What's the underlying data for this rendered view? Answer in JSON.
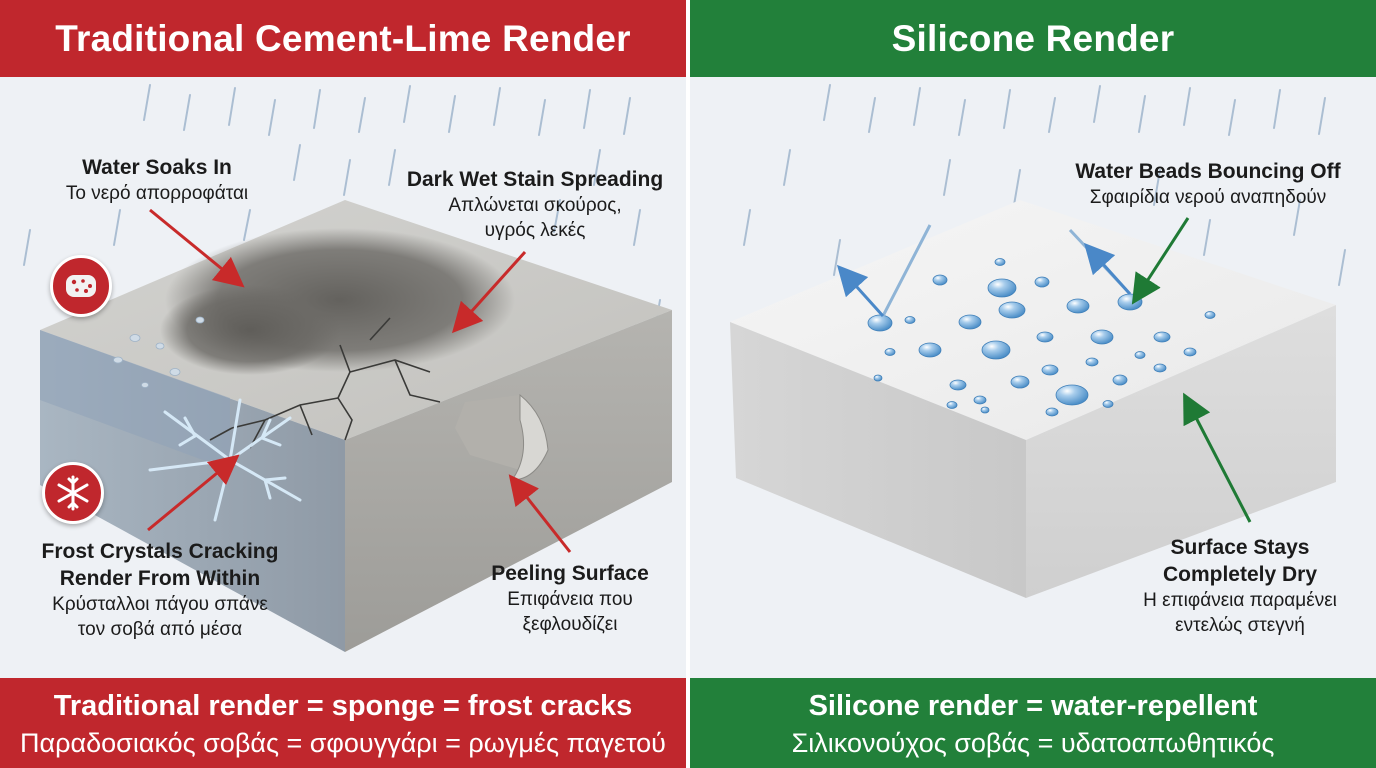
{
  "colors": {
    "red": "#c0272d",
    "green": "#22803a",
    "arrow_red": "#c82a2a",
    "arrow_green": "#1f7a35",
    "arrow_blue": "#4a88c8"
  },
  "left": {
    "header": "Traditional Cement-Lime Render",
    "callouts": {
      "soak": {
        "en": "Water Soaks In",
        "gr": "Το νερό απορροφάται"
      },
      "stain": {
        "en": "Dark Wet Stain Spreading",
        "gr1": "Απλώνεται σκούρος,",
        "gr2": "υγρός λεκές"
      },
      "frost": {
        "en1": "Frost Crystals Cracking",
        "en2": "Render From Within",
        "gr1": "Κρύσταλλοι πάγου σπάνε",
        "gr2": "τον σοβά από μέσα"
      },
      "peel": {
        "en": "Peeling Surface",
        "gr1": "Επιφάνεια που",
        "gr2": "ξεφλουδίζει"
      }
    },
    "icons": [
      "sponge-icon",
      "snowflake-icon"
    ],
    "footer": {
      "line1": "Traditional render = sponge = frost cracks",
      "line2": "Παραδοσιακός σοβάς = σφουγγάρι = ρωγμές παγετού"
    }
  },
  "right": {
    "header": "Silicone Render",
    "callouts": {
      "beads": {
        "en": "Water Beads Bouncing Off",
        "gr": "Σφαιρίδια νερού αναπηδούν"
      },
      "dry": {
        "en1": "Surface Stays",
        "en2": "Completely Dry",
        "gr1": "Η επιφάνεια παραμένει",
        "gr2": "εντελώς στεγνή"
      }
    },
    "footer": {
      "line1": "Silicone render = water-repellent",
      "line2": "Σιλικονούχος σοβάς = υδατοαπωθητικός"
    }
  }
}
